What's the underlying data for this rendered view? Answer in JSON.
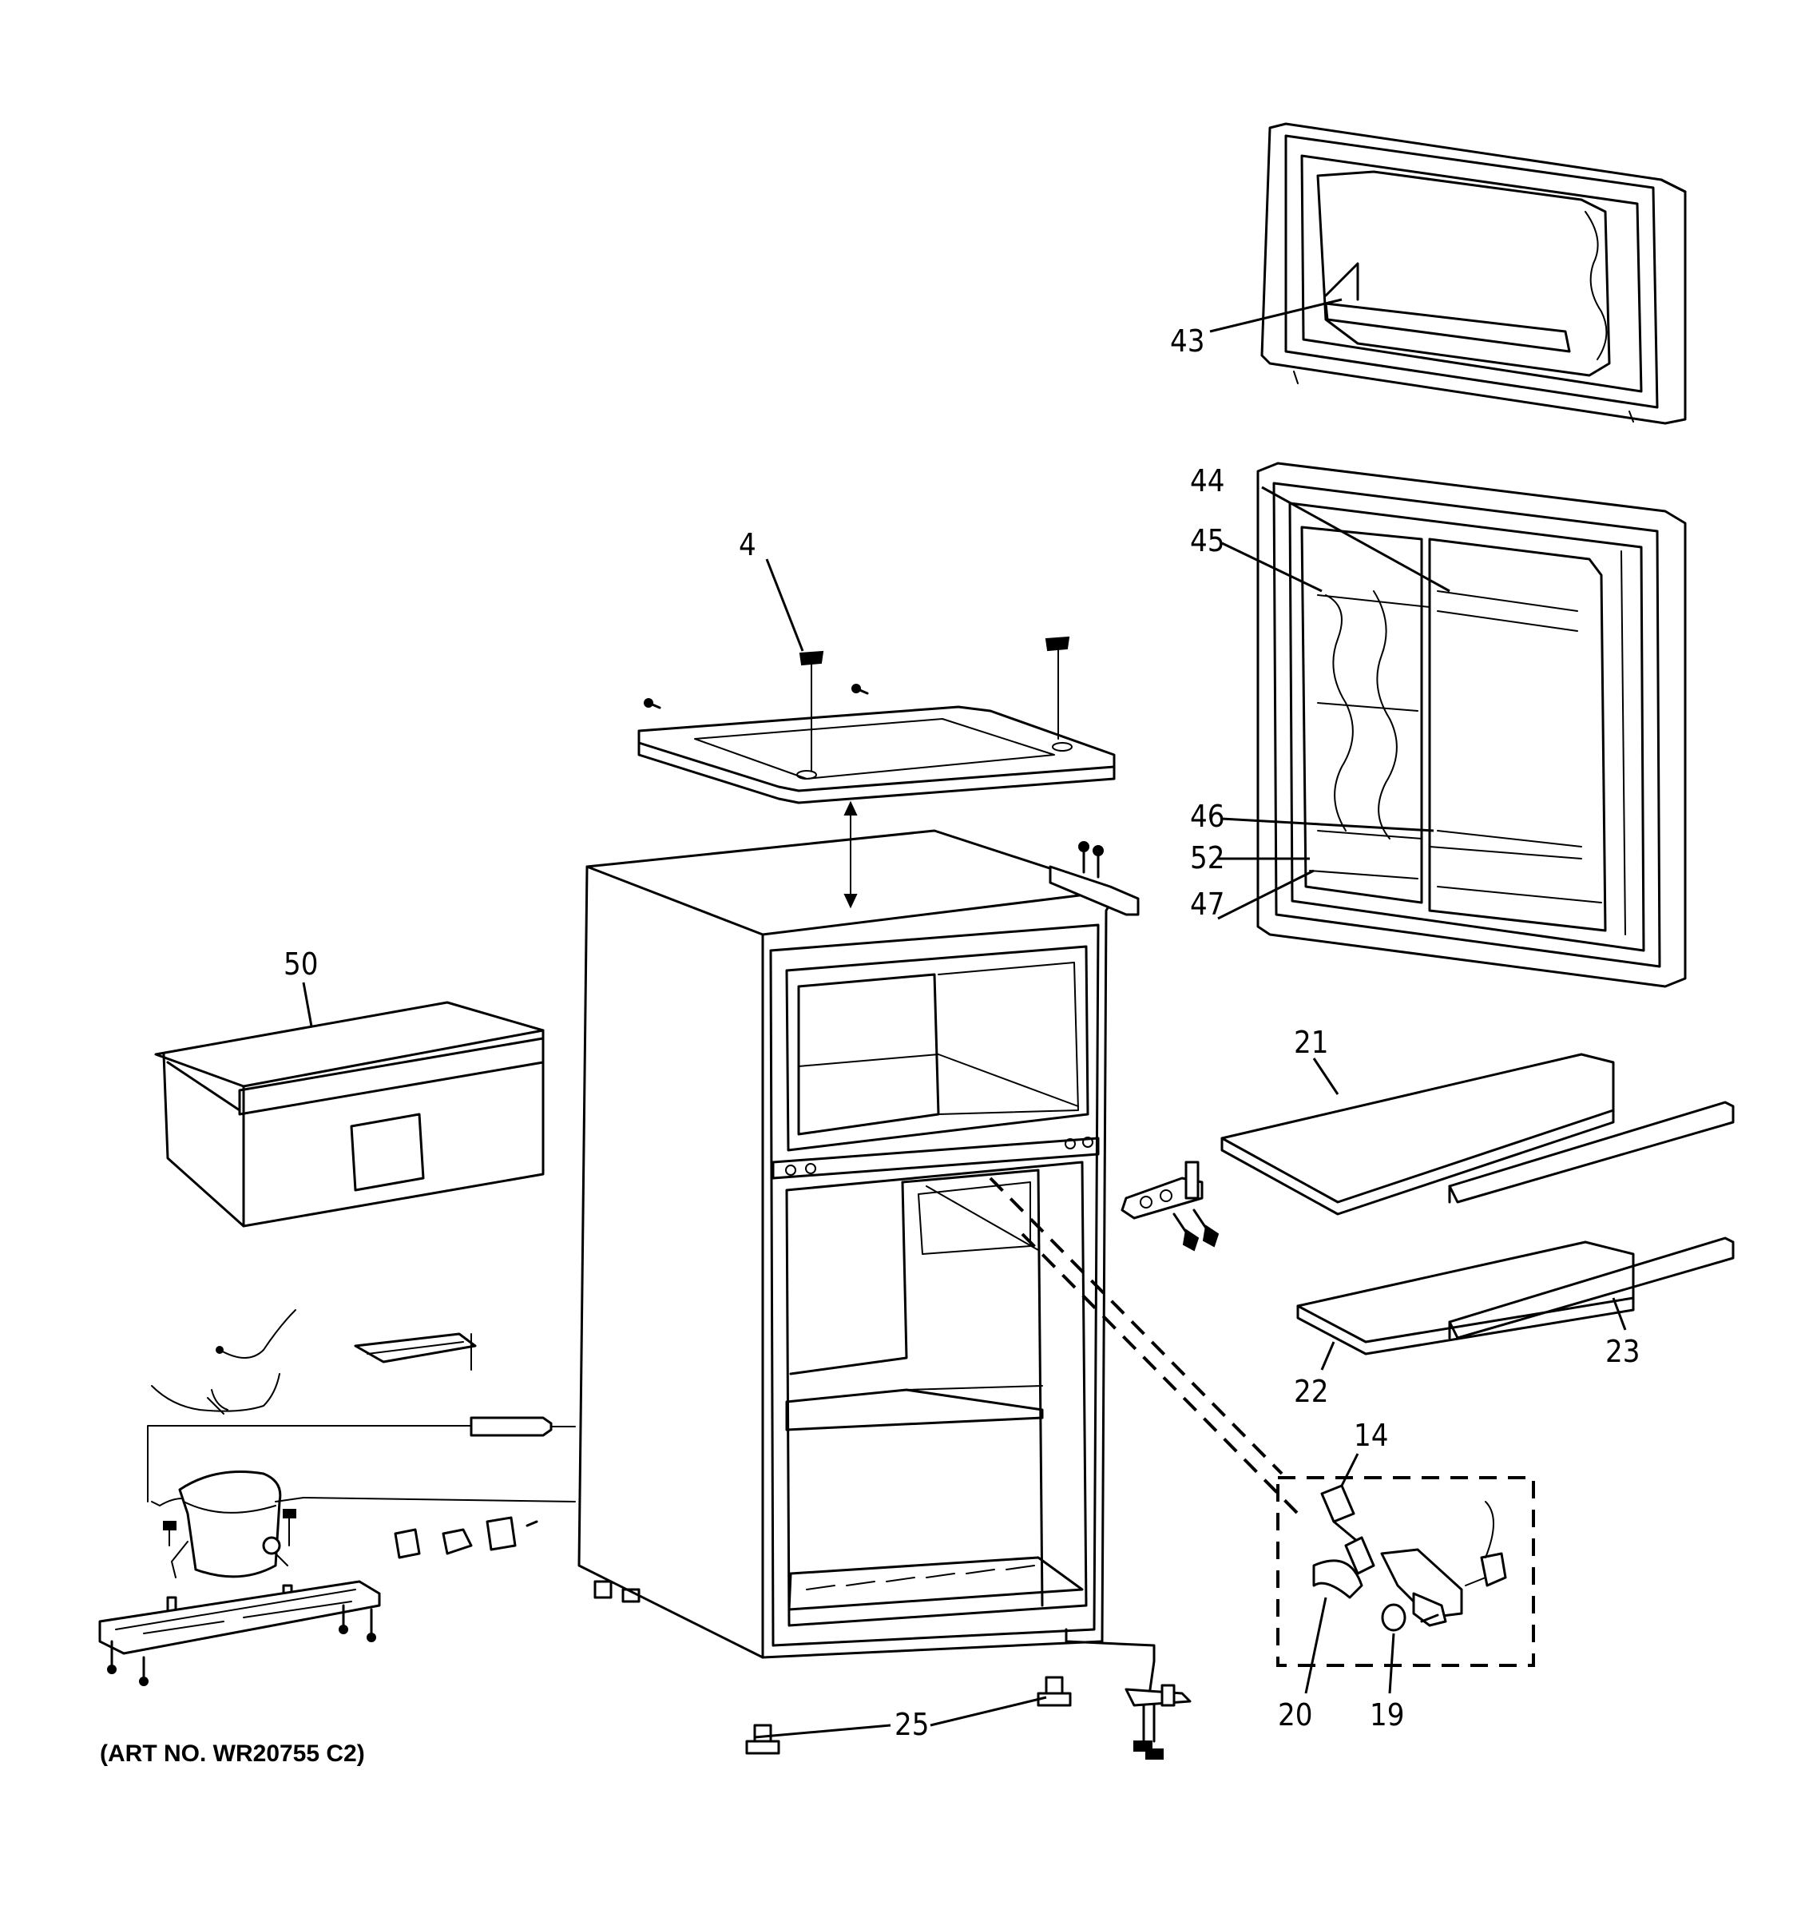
{
  "diagram": {
    "caption": "(ART NO. WR20755 C2)",
    "callouts": [
      {
        "id": "4",
        "label": "4"
      },
      {
        "id": "14",
        "label": "14"
      },
      {
        "id": "19",
        "label": "19"
      },
      {
        "id": "20",
        "label": "20"
      },
      {
        "id": "21",
        "label": "21"
      },
      {
        "id": "22",
        "label": "22"
      },
      {
        "id": "23",
        "label": "23"
      },
      {
        "id": "25",
        "label": "25"
      },
      {
        "id": "43",
        "label": "43"
      },
      {
        "id": "44",
        "label": "44"
      },
      {
        "id": "45",
        "label": "45"
      },
      {
        "id": "46",
        "label": "46"
      },
      {
        "id": "47",
        "label": "47"
      },
      {
        "id": "50",
        "label": "50"
      },
      {
        "id": "52",
        "label": "52"
      }
    ]
  }
}
